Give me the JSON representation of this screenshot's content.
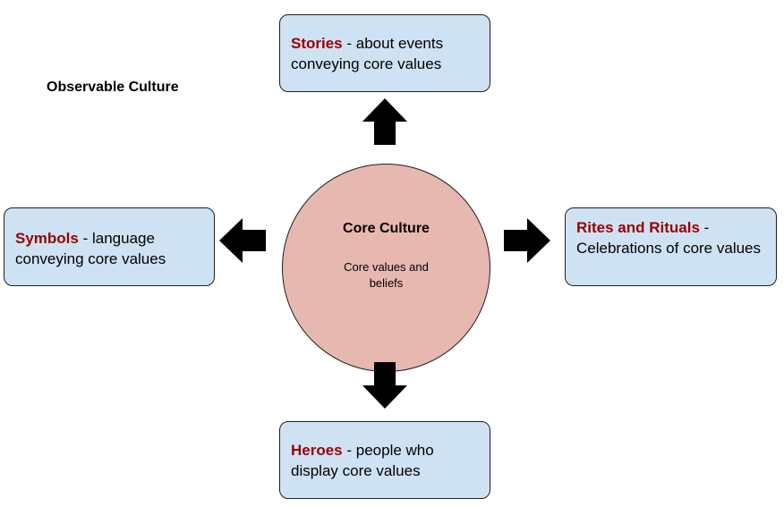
{
  "heading": "Observable Culture",
  "core": {
    "title": "Core Culture",
    "subtitle": "Core values and beliefs"
  },
  "boxes": {
    "stories": {
      "keyword": "Stories",
      "text": "- about events conveying core values"
    },
    "symbols": {
      "keyword": "Symbols",
      "text": "- language conveying core values"
    },
    "rites": {
      "keyword": "Rites and Rituals",
      "text": "- Celebrations of core values"
    },
    "heroes": {
      "keyword": "Heroes",
      "text": "- people who display core values"
    }
  },
  "colors": {
    "box_fill": "#cfe2f3",
    "circle_fill": "#e6b8af",
    "keyword": "#990000",
    "arrow": "#000000"
  }
}
